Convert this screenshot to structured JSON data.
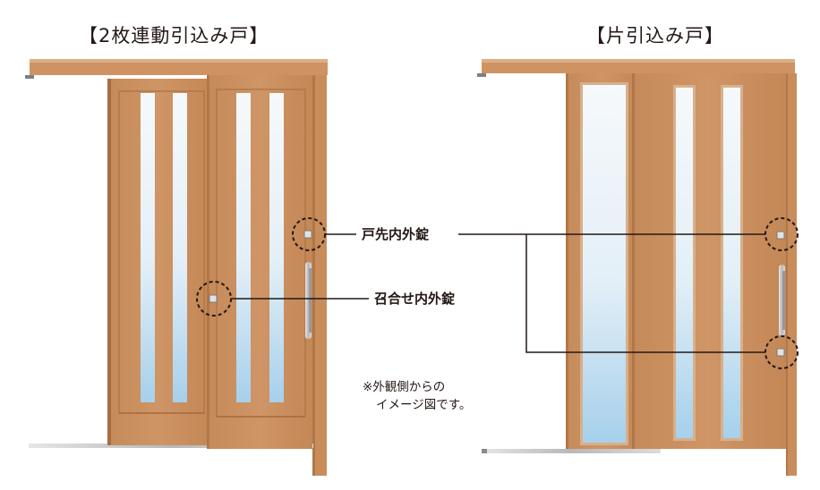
{
  "titles": {
    "left": "【2枚連動引込み戸】",
    "right": "【片引込み戸】"
  },
  "labels": {
    "tosaki_lock": "戸先内外錠",
    "meshiawase_lock": "召合せ内外錠"
  },
  "note": {
    "line1": "※外観側からの",
    "line2": "イメージ図です。"
  },
  "colors": {
    "wood": "#c98d5c",
    "wood_dark": "#a86f42",
    "wood_light": "#dba77a",
    "glass_top": "#f4f8fb",
    "glass_bottom": "#a8d2ec",
    "metal": "#c9c9c9",
    "line": "#231815"
  }
}
